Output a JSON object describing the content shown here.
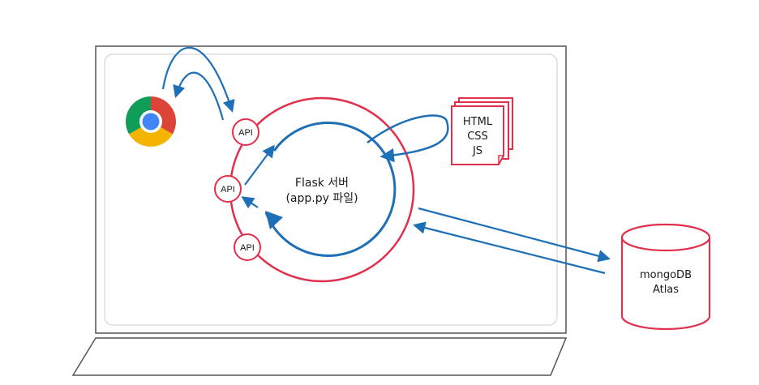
{
  "server": {
    "title": "Flask 서버",
    "subtitle": "(app.py 파일)"
  },
  "api_badges": [
    {
      "label": "API"
    },
    {
      "label": "API"
    },
    {
      "label": "API"
    }
  ],
  "static_files": {
    "lines": [
      "HTML",
      "CSS",
      "JS"
    ]
  },
  "database": {
    "lines": [
      "mongoDB",
      "Atlas"
    ]
  },
  "icons": {
    "browser": "chrome-icon",
    "files": "document-stack-icon",
    "database": "database-cylinder-icon",
    "laptop": "laptop-icon"
  },
  "colors": {
    "flow_blue": "#1f6fb6",
    "accent_red": "#e0304b",
    "frame_gray": "#555555",
    "screen_inner": "#d6d6d6"
  }
}
